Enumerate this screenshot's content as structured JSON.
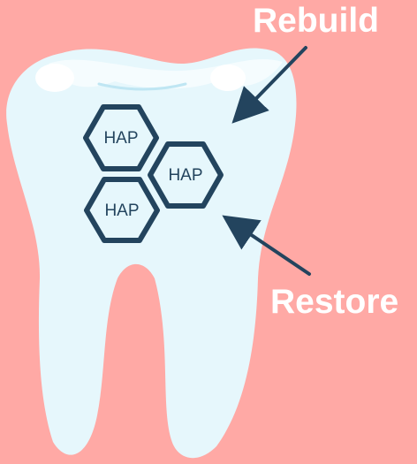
{
  "labels": {
    "top": "Rebuild",
    "bottom": "Restore"
  },
  "hexagons": [
    {
      "text": "HAP"
    },
    {
      "text": "HAP"
    },
    {
      "text": "HAP"
    }
  ],
  "colors": {
    "background": "#ffa9a5",
    "tooth": "#e6f7fc",
    "tooth_highlight": "#ffffff",
    "hex_stroke": "#23445e",
    "arrow": "#23445e",
    "text_white": "#ffffff"
  }
}
